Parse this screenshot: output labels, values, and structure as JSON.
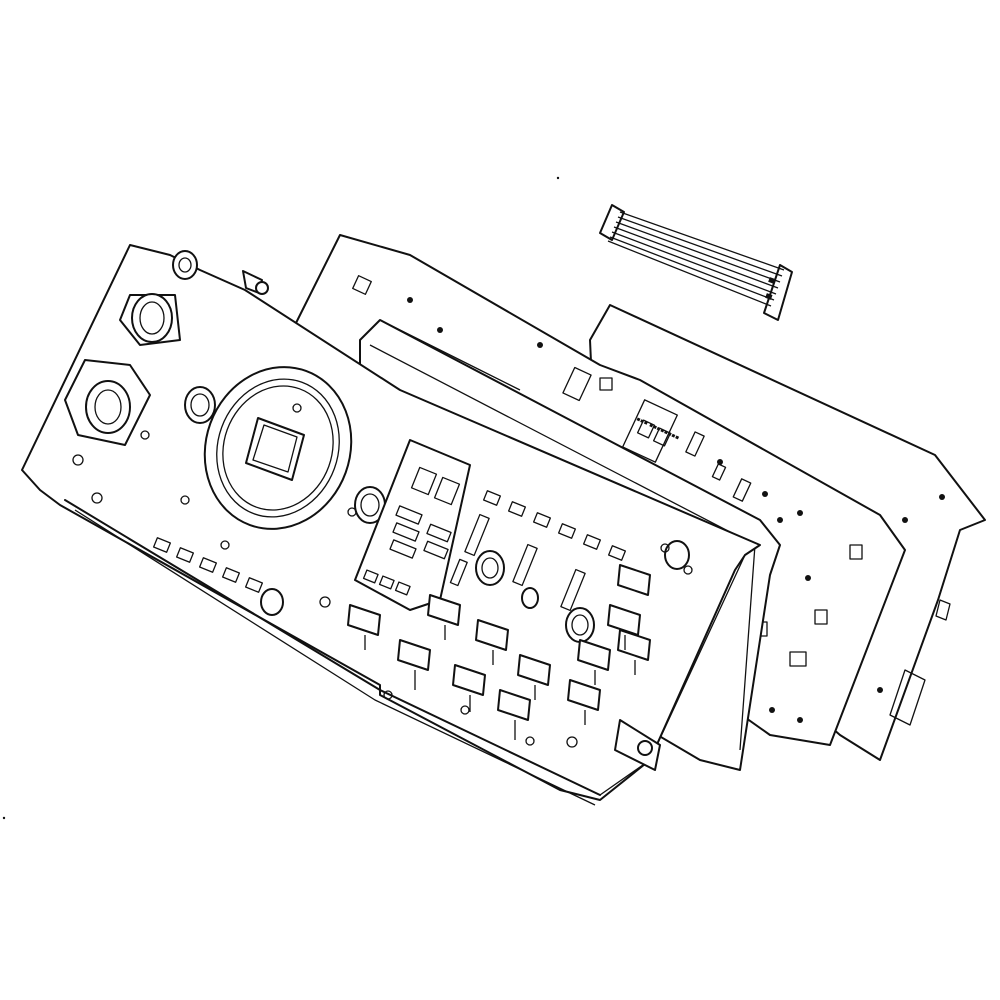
{
  "diagram": {
    "kind": "exploded-view",
    "colors": {
      "line": "#111111",
      "background": "#ffffff"
    },
    "parts": [
      {
        "name": "wire-harness-connector",
        "icon": "ribbon-cable-icon"
      },
      {
        "name": "rear-circuit-board",
        "icon": "pcb-icon"
      },
      {
        "name": "front-control-board",
        "icon": "pcb-icon"
      },
      {
        "name": "console-front-bezel",
        "icon": "control-panel-icon"
      },
      {
        "name": "display-window-ring",
        "icon": "display-ring-icon"
      },
      {
        "name": "rotary-knob-shafts",
        "icon": "knob-shaft-icon"
      },
      {
        "name": "mounting-screw",
        "icon": "screw-icon"
      }
    ]
  }
}
